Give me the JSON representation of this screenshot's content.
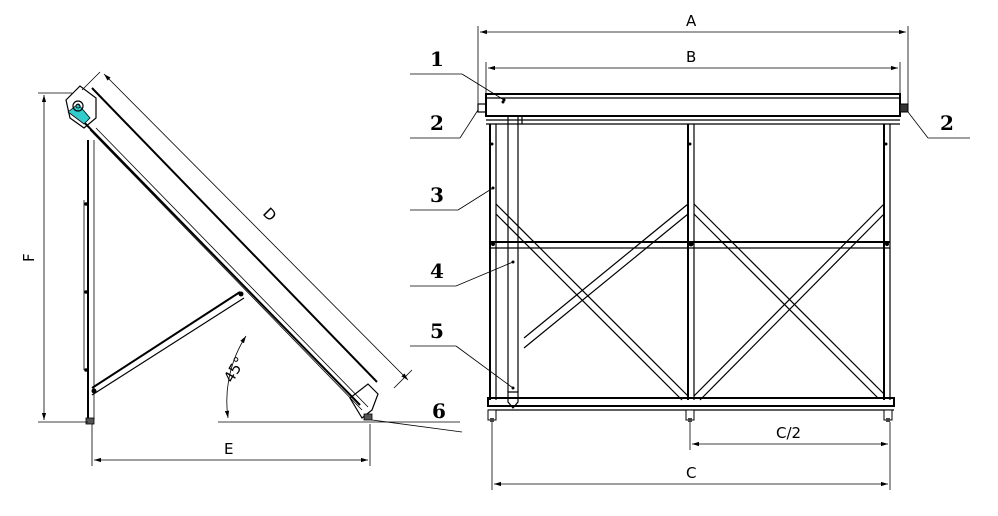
{
  "side_view": {
    "dim_D": "D",
    "dim_F": "F",
    "dim_E": "E",
    "angle": "45°",
    "callout_6": "6",
    "header_color": "#33cccc"
  },
  "front_view": {
    "dim_A": "A",
    "dim_B": "B",
    "dim_C": "C",
    "dim_C_half": "C/2",
    "callouts": [
      "1",
      "2",
      "2",
      "3",
      "4",
      "5"
    ]
  }
}
